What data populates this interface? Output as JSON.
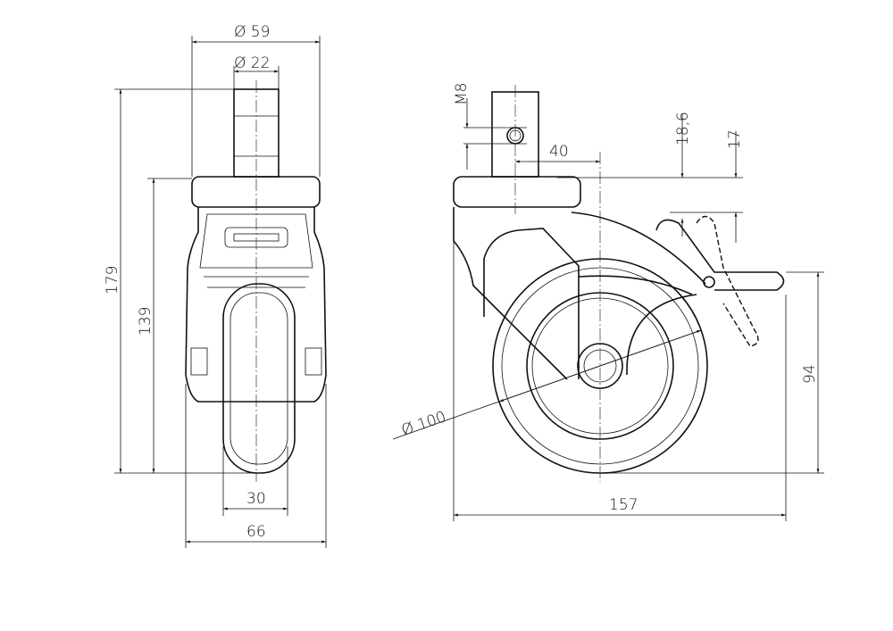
{
  "drawing": {
    "front_view": {
      "dim_outer_diameter": "Ø 59",
      "dim_stem_diameter": "Ø 22",
      "dim_total_height": "179",
      "dim_body_height": "139",
      "dim_wheel_width": "30",
      "dim_overall_width": "66"
    },
    "side_view": {
      "dim_thread": "M8",
      "dim_offset": "40",
      "dim_brake_height_1": "18,6",
      "dim_brake_height_2": "17",
      "dim_brake_pedal_height": "94",
      "dim_wheel_diameter": "Ø 100",
      "dim_overall_length": "157"
    }
  }
}
